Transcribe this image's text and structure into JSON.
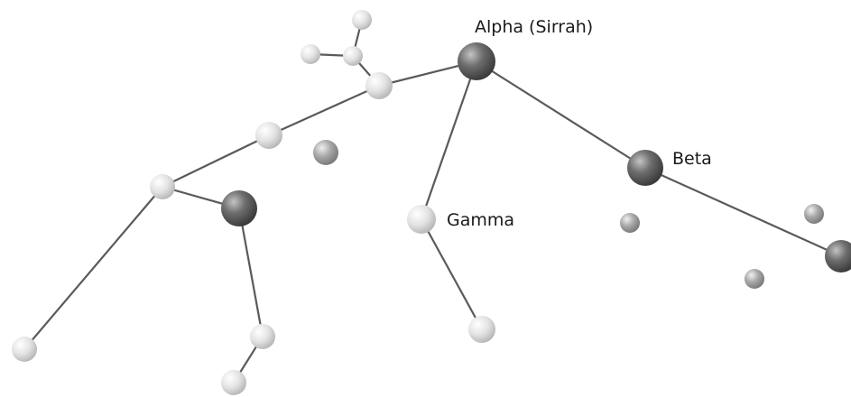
{
  "labels": {
    "alpha": "Alpha (Sirrah)",
    "beta": "Beta",
    "gamma": "Gamma"
  },
  "colors": {
    "line": "#5a5a5a",
    "dark_star": "#6b6b6b",
    "light_star": "#e6e6e6",
    "label": "#1a1a1a"
  }
}
